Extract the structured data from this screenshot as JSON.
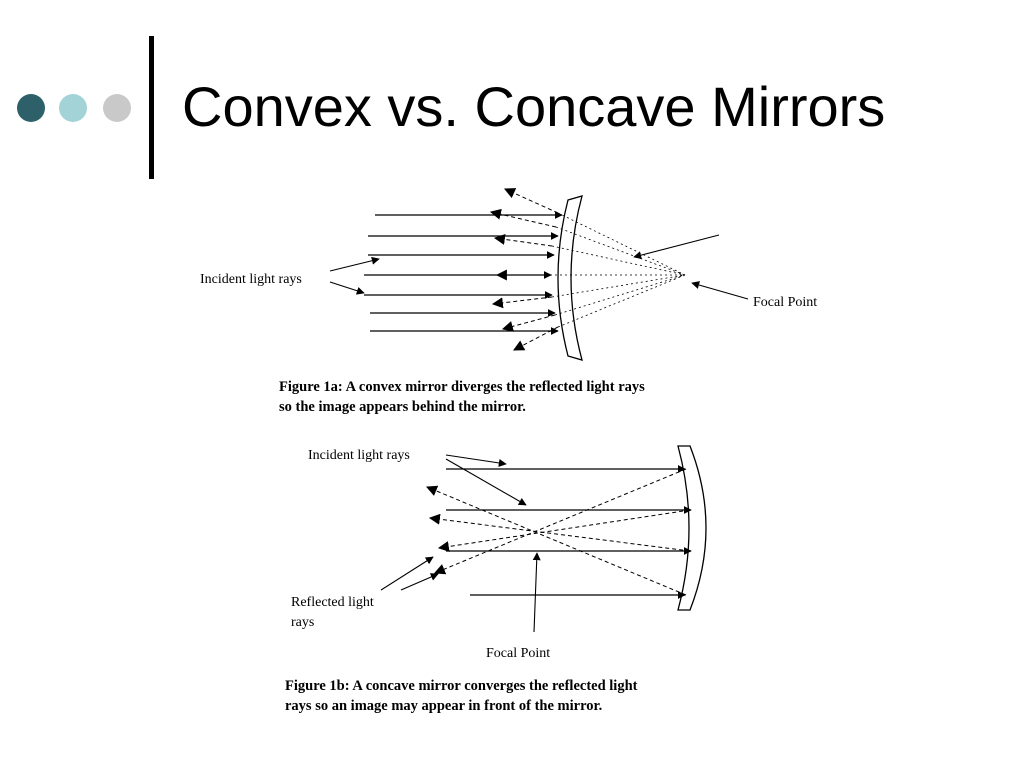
{
  "slide": {
    "title": "Convex vs. Concave Mirrors",
    "colors": {
      "dot1": "#2e6069",
      "dot2": "#a3d3d6",
      "dot3": "#c9c9c9",
      "ink": "#000000"
    }
  },
  "figure_1a": {
    "label_incident": "Incident light rays",
    "label_focal": "Focal Point",
    "caption_line1": "Figure 1a: A convex mirror diverges the reflected light rays",
    "caption_line2": "so the image appears behind the mirror."
  },
  "figure_1b": {
    "label_incident": "Incident light rays",
    "label_reflected_line1": "Reflected light",
    "label_reflected_line2": "rays",
    "label_focal": "Focal Point",
    "caption_line1": "Figure 1b:  A concave mirror converges the reflected light",
    "caption_line2": "rays  so an image may appear in front of the mirror."
  }
}
